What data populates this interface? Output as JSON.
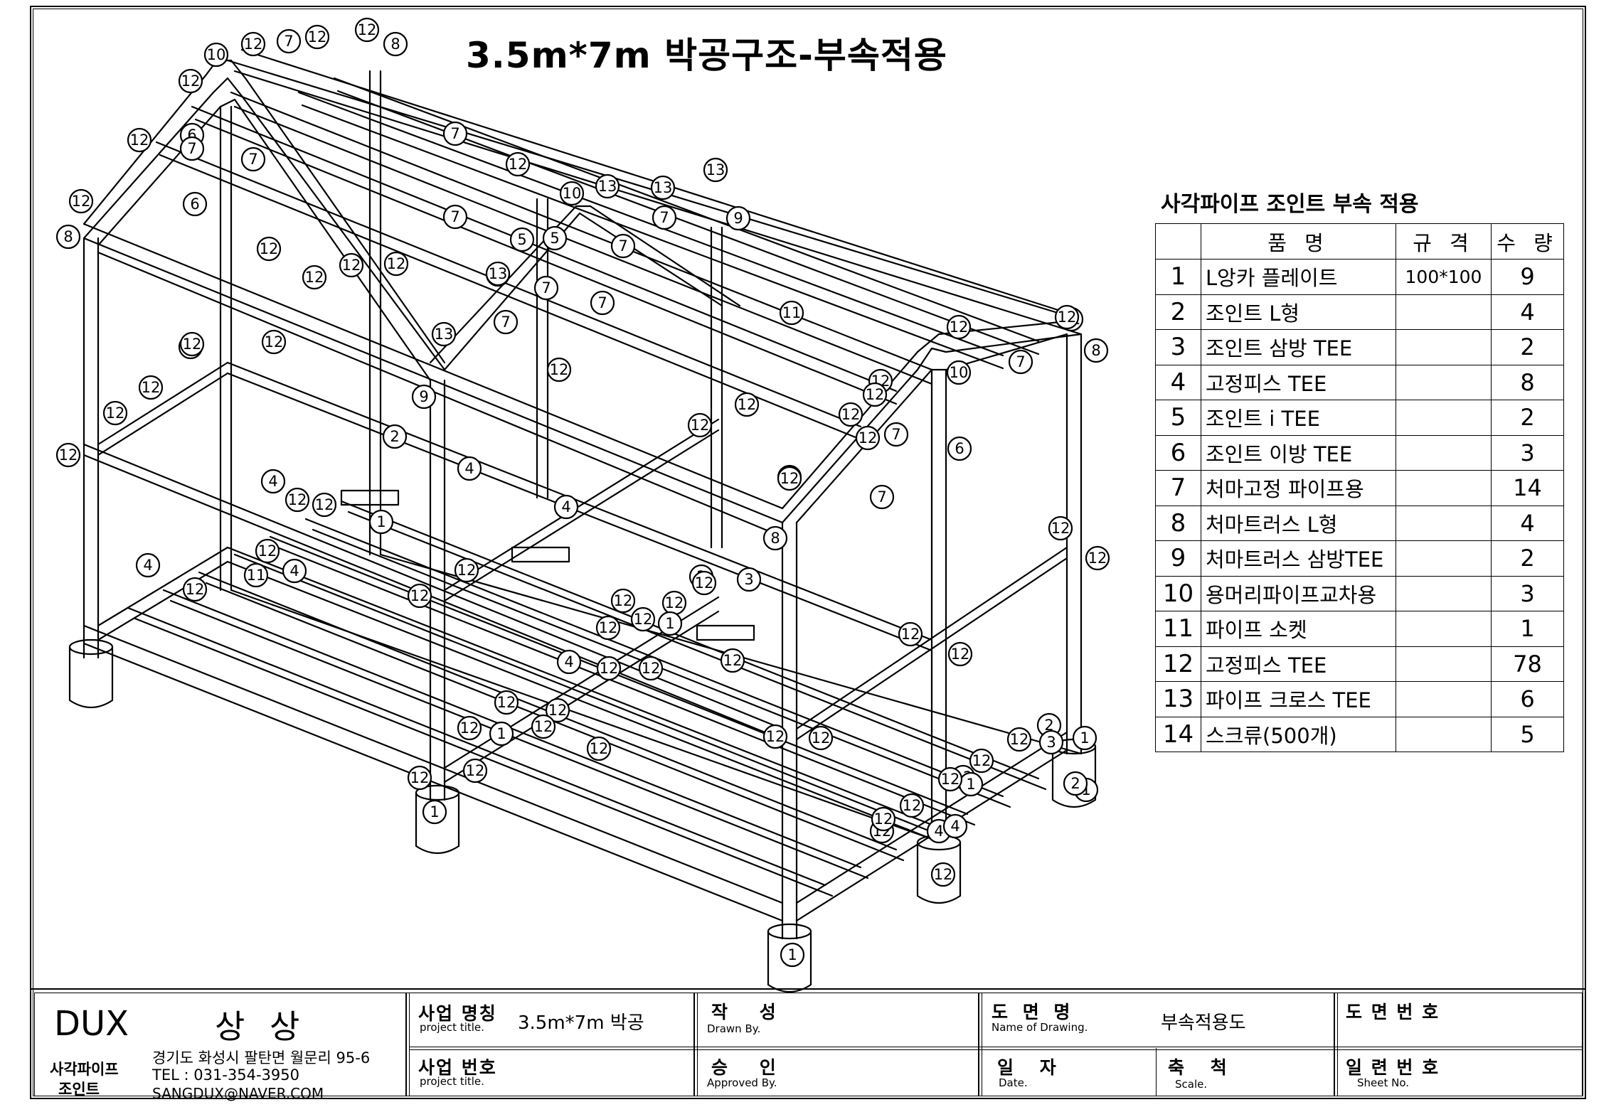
{
  "drawing": {
    "title": "3.5m*7m 박공구조-부속적용"
  },
  "parts_table": {
    "heading": "사각파이프 조인트 부속 적용",
    "headers": {
      "name": "품 명",
      "spec": "규 격",
      "qty": "수 량"
    },
    "rows": [
      {
        "no": "1",
        "name": "L앙카 플레이트",
        "spec": "100*100",
        "qty": "9"
      },
      {
        "no": "2",
        "name": "조인트 L형",
        "spec": "",
        "qty": "4"
      },
      {
        "no": "3",
        "name": "조인트 삼방 TEE",
        "spec": "",
        "qty": "2"
      },
      {
        "no": "4",
        "name": "고정피스 TEE",
        "spec": "",
        "qty": "8"
      },
      {
        "no": "5",
        "name": "조인트 i TEE",
        "spec": "",
        "qty": "2"
      },
      {
        "no": "6",
        "name": "조인트 이방 TEE",
        "spec": "",
        "qty": "3"
      },
      {
        "no": "7",
        "name": "처마고정 파이프용",
        "spec": "",
        "qty": "14"
      },
      {
        "no": "8",
        "name": "처마트러스 L형",
        "spec": "",
        "qty": "4"
      },
      {
        "no": "9",
        "name": "처마트러스 삼방TEE",
        "spec": "",
        "qty": "2"
      },
      {
        "no": "10",
        "name": "용머리파이프교차용",
        "spec": "",
        "qty": "3"
      },
      {
        "no": "11",
        "name": "파이프 소켓",
        "spec": "",
        "qty": "1"
      },
      {
        "no": "12",
        "name": "고정피스 TEE",
        "spec": "",
        "qty": "78"
      },
      {
        "no": "13",
        "name": "파이프 크로스 TEE",
        "spec": "",
        "qty": "6"
      },
      {
        "no": "14",
        "name": "스크류(500개)",
        "spec": "",
        "qty": "5"
      }
    ]
  },
  "title_block": {
    "company": {
      "brand": "DUX",
      "name": "상 상",
      "division_line1": "사각파이프",
      "division_line2": "조인트",
      "address": "경기도 화성시 팔탄면 월문리 95-6",
      "tel": "TEL : 031-354-3950",
      "email": "SANGDUX@NAVER.COM"
    },
    "project_name": {
      "label": "사업 명칭",
      "sub": "project title.",
      "value": "3.5m*7m 박공"
    },
    "project_no": {
      "label": "사업 번호",
      "sub": "project title.",
      "value": ""
    },
    "drawn_by": {
      "label": "작 성",
      "sub": "Drawn By.",
      "value": ""
    },
    "approved_by": {
      "label": "승 인",
      "sub": "Approved By.",
      "value": ""
    },
    "drawing_name": {
      "label": "도 면 명",
      "sub": "Name of Drawing.",
      "value": "부속적용도"
    },
    "date": {
      "label": "일 자",
      "sub": "Date.",
      "value": ""
    },
    "scale": {
      "label": "축 척",
      "sub": "Scale.",
      "value": ""
    },
    "drawing_no": {
      "label": "도 면 번 호",
      "value": ""
    },
    "sheet_no": {
      "label": "일 련 번 호",
      "sub": "Sheet No.",
      "value": ""
    }
  },
  "callouts": [
    {
      "n": "10"
    },
    {
      "n": "12"
    },
    {
      "n": "7"
    },
    {
      "n": "12"
    },
    {
      "n": "12"
    },
    {
      "n": "8"
    },
    {
      "n": "12"
    },
    {
      "n": "6"
    },
    {
      "n": "7"
    },
    {
      "n": "12"
    },
    {
      "n": "7"
    },
    {
      "n": "7"
    },
    {
      "n": "12"
    },
    {
      "n": "6"
    },
    {
      "n": "8"
    },
    {
      "n": "12"
    },
    {
      "n": "5"
    },
    {
      "n": "7"
    },
    {
      "n": "10"
    },
    {
      "n": "13"
    },
    {
      "n": "13"
    },
    {
      "n": "13"
    },
    {
      "n": "7"
    },
    {
      "n": "9"
    },
    {
      "n": "5"
    },
    {
      "n": "7"
    },
    {
      "n": "13"
    },
    {
      "n": "12"
    },
    {
      "n": "12"
    },
    {
      "n": "12"
    },
    {
      "n": "12"
    },
    {
      "n": "13"
    },
    {
      "n": "7"
    },
    {
      "n": "7"
    },
    {
      "n": "11"
    },
    {
      "n": "7"
    },
    {
      "n": "12"
    },
    {
      "n": "12"
    },
    {
      "n": "12"
    },
    {
      "n": "13"
    },
    {
      "n": "12"
    },
    {
      "n": "12"
    },
    {
      "n": "9"
    },
    {
      "n": "12"
    },
    {
      "n": "12"
    },
    {
      "n": "12"
    },
    {
      "n": "12"
    },
    {
      "n": "12"
    },
    {
      "n": "12"
    },
    {
      "n": "12"
    },
    {
      "n": "10"
    },
    {
      "n": "7"
    },
    {
      "n": "8"
    },
    {
      "n": "12"
    },
    {
      "n": "12"
    },
    {
      "n": "7"
    },
    {
      "n": "12"
    },
    {
      "n": "2"
    },
    {
      "n": "4"
    },
    {
      "n": "6"
    },
    {
      "n": "12"
    },
    {
      "n": "4"
    },
    {
      "n": "4"
    },
    {
      "n": "12"
    },
    {
      "n": "7"
    },
    {
      "n": "12"
    },
    {
      "n": "1"
    },
    {
      "n": "12"
    },
    {
      "n": "12"
    },
    {
      "n": "8"
    },
    {
      "n": "4"
    },
    {
      "n": "12"
    },
    {
      "n": "11"
    },
    {
      "n": "4"
    },
    {
      "n": "12"
    },
    {
      "n": "12"
    },
    {
      "n": "3"
    },
    {
      "n": "12"
    },
    {
      "n": "2"
    },
    {
      "n": "12"
    },
    {
      "n": "12"
    },
    {
      "n": "12"
    },
    {
      "n": "12"
    },
    {
      "n": "12"
    },
    {
      "n": "12"
    },
    {
      "n": "12"
    },
    {
      "n": "1"
    },
    {
      "n": "12"
    },
    {
      "n": "12"
    },
    {
      "n": "12"
    },
    {
      "n": "12"
    },
    {
      "n": "4"
    },
    {
      "n": "12"
    },
    {
      "n": "12"
    },
    {
      "n": "12"
    },
    {
      "n": "12"
    },
    {
      "n": "12"
    },
    {
      "n": "1"
    },
    {
      "n": "12"
    },
    {
      "n": "12"
    },
    {
      "n": "12"
    },
    {
      "n": "12"
    },
    {
      "n": "12"
    },
    {
      "n": "2"
    },
    {
      "n": "3"
    },
    {
      "n": "12"
    },
    {
      "n": "12"
    },
    {
      "n": "12"
    },
    {
      "n": "1"
    },
    {
      "n": "12"
    },
    {
      "n": "12"
    },
    {
      "n": "12"
    },
    {
      "n": "4"
    },
    {
      "n": "12"
    },
    {
      "n": "4"
    },
    {
      "n": "12"
    },
    {
      "n": "1"
    },
    {
      "n": "1"
    },
    {
      "n": "2"
    },
    {
      "n": "1"
    },
    {
      "n": "1"
    },
    {
      "n": "1"
    }
  ]
}
